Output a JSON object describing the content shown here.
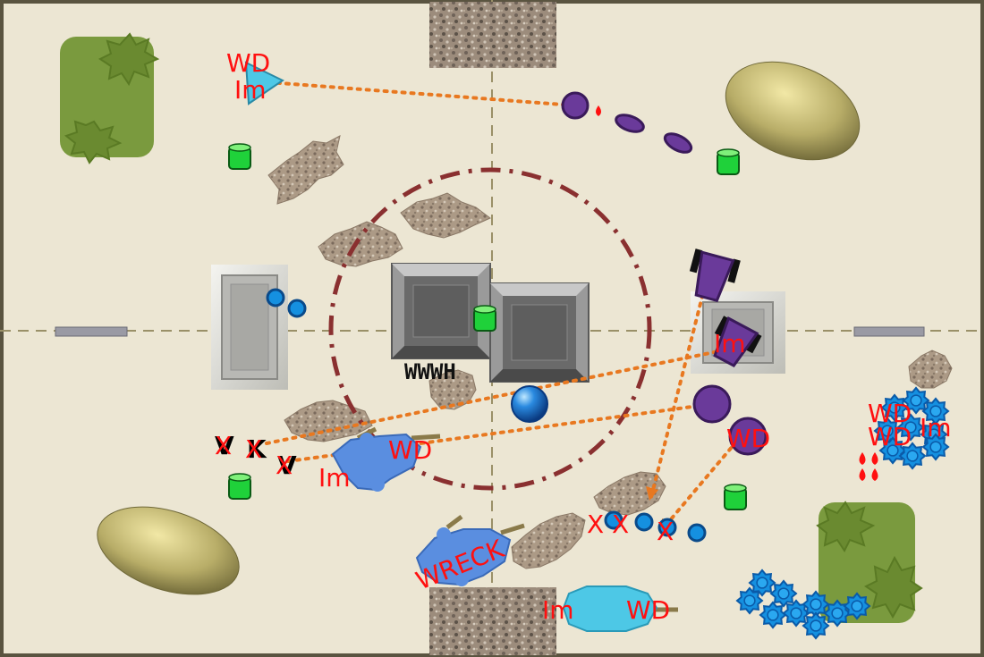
{
  "colors": {
    "table": "#ece6d3",
    "frame": "#5a5440",
    "forest": "#7a9a3e",
    "rock": "#a49078",
    "building": "#8e8e8e",
    "objective": "#1fd13a",
    "purple_unit": "#6a3a9a",
    "blue_unit": "#1590e0",
    "cyan_vehicle": "#4dc8e6",
    "blue_vehicle": "#5a8ee0",
    "los_line": "#e87820",
    "center_ring": "#8a3030",
    "label": "#ff1010"
  },
  "icons": {
    "objective": "objective-marker-icon",
    "destroyed": "x-mark-icon",
    "wound": "blood-drop-icon"
  },
  "labels": {
    "wd_top": "WD",
    "im_top": "Im",
    "wd_vehicle_mid": "WD",
    "im_vehicle_mid": "Im",
    "wreck": "WRECK",
    "building_tag": "WWWH",
    "im_bottom": "Im",
    "wd_bottom": "WD",
    "im_tank": "Im",
    "wd_purple": "WD",
    "wd_right_1": "WD",
    "wd_right_2": "WD",
    "im_right": "Im",
    "x1": "X",
    "x2": "X",
    "x3": "X",
    "x_bottom_1": "X",
    "x_bottom_2": "X",
    "x_bottom_3": "X"
  }
}
